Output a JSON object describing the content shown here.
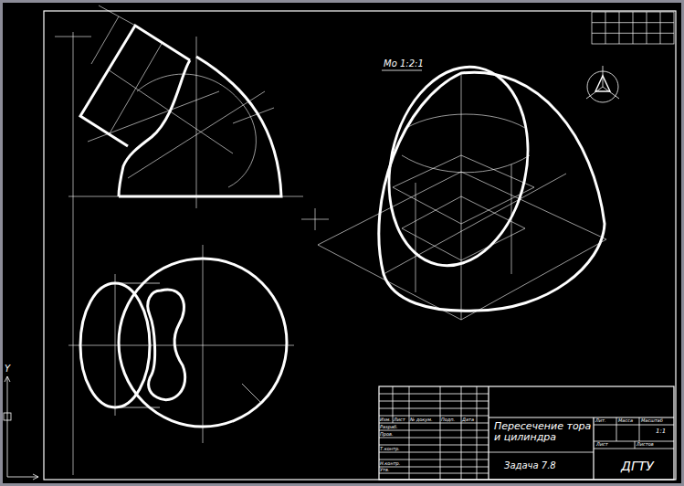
{
  "diagram": {
    "labels": [
      "Мо 1:2:1",
      "Пересечение тора и цилиндра",
      "Задача 7.8",
      "ДГТУ",
      "Лит.",
      "Масса",
      "Масштаб",
      "1:1",
      "Лист",
      "Листов",
      "Изм.",
      "Лист",
      "№ докум.",
      "Подп.",
      "Дата",
      "Разраб.",
      "Пров.",
      "Т.контр.",
      "Н.контр.",
      "Утв.",
      "Y"
    ]
  }
}
